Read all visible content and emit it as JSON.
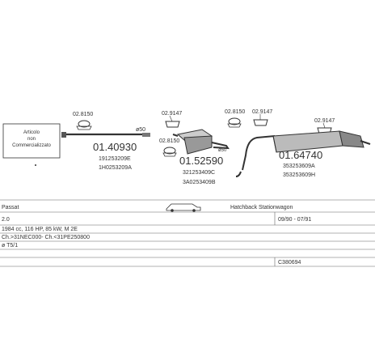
{
  "notice": {
    "line1": "Articolo",
    "line2": "non",
    "line3": "Commercializzato"
  },
  "parts": [
    {
      "code": "01.40930",
      "refs": [
        "191253209E",
        "1H0253209A"
      ],
      "clamp": "02.8150",
      "size": "ø50"
    },
    {
      "code": "01.52590",
      "refs": [
        "321253409C",
        "3A0253409B"
      ],
      "clamp_top": "02.9147",
      "clamp_bottom": "02.8150",
      "size": "ø50"
    },
    {
      "code": "01.64740",
      "refs": [
        "353253609A",
        "353253609H"
      ],
      "clamp_a": "02.8150",
      "clamp_b": "02.9147",
      "clamp_c": "02.9147"
    }
  ],
  "info": {
    "make": "Passat",
    "body": "Hatchback Stationwagon",
    "engine_size": "2.0",
    "period": "09/90 - 07/91",
    "engine_detail": "1984 cc, 116 HP, 85 kW, M 2E",
    "chassis": "Ch.>31NEC000- Ch.<31PE250800",
    "extra": "ø T5/1",
    "catalog_no": "C380694"
  }
}
